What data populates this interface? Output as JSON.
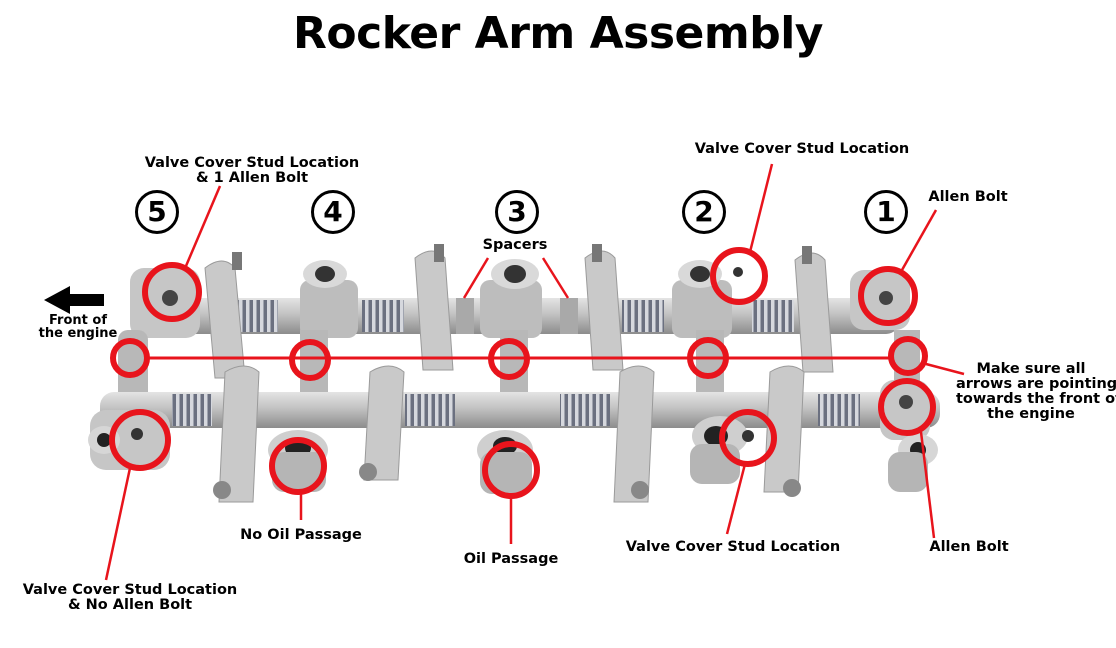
{
  "title": "Rocker Arm Assembly",
  "colors": {
    "annotation": "#e8141c",
    "metal": "#bcbcbc",
    "metal_dark": "#8a8a8a",
    "spring": "#5a5f70",
    "text": "#000000"
  },
  "direction": {
    "icon": "arrow-left-icon",
    "label_line1": "Front of",
    "label_line2": "the engine"
  },
  "positions": [
    {
      "number": "5",
      "glyph": "5"
    },
    {
      "number": "4",
      "glyph": "4"
    },
    {
      "number": "3",
      "glyph": "3"
    },
    {
      "number": "2",
      "glyph": "2"
    },
    {
      "number": "1",
      "glyph": "1"
    }
  ],
  "callouts": {
    "top_left_line1": "Valve Cover Stud Location",
    "top_left_line2": "& 1 Allen Bolt",
    "top_right": "Valve Cover Stud Location",
    "top_far_right": "Allen Bolt",
    "spacers": "Spacers",
    "arrows_line1": "Make sure all",
    "arrows_line2": "arrows are pointing",
    "arrows_line3": "towards the front of",
    "arrows_line4": "the engine",
    "no_oil": "No Oil Passage",
    "oil": "Oil Passage",
    "bottom_right_stud": "Valve Cover Stud Location",
    "bottom_far_right": "Allen Bolt",
    "bottom_left_line1": "Valve Cover Stud Location",
    "bottom_left_line2": "& No Allen Bolt"
  }
}
